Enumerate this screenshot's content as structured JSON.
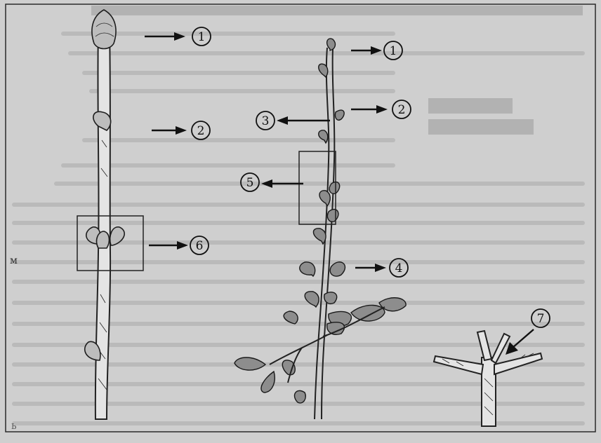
{
  "callouts": [
    {
      "id": "c1a",
      "label": "1"
    },
    {
      "id": "c1b",
      "label": "1"
    },
    {
      "id": "c2a",
      "label": "2"
    },
    {
      "id": "c2b",
      "label": "2"
    },
    {
      "id": "c3",
      "label": "3"
    },
    {
      "id": "c4",
      "label": "4"
    },
    {
      "id": "c5",
      "label": "5"
    },
    {
      "id": "c6",
      "label": "6"
    },
    {
      "id": "c7",
      "label": "7"
    }
  ],
  "edge_marks": {
    "left_mark": "м",
    "corner_mark": "Ь"
  },
  "colors": {
    "background": "#cfcfcf",
    "ink": "#111111",
    "leaf": "#8d8d8d"
  }
}
